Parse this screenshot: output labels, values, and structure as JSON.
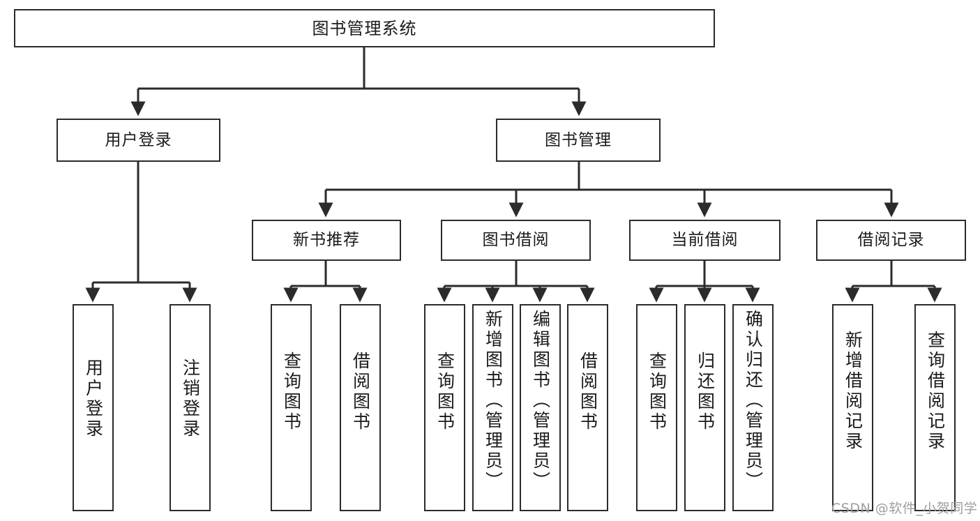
{
  "diagram": {
    "type": "tree-hierarchy",
    "title": "图书管理系统",
    "root": {
      "label": "图书管理系统"
    },
    "level2": [
      {
        "id": "user-login",
        "label": "用户登录"
      },
      {
        "id": "book-manage",
        "label": "图书管理"
      }
    ],
    "level3": [
      {
        "id": "new-book-rec",
        "label": "新书推荐"
      },
      {
        "id": "book-borrow",
        "label": "图书借阅"
      },
      {
        "id": "current-borrow",
        "label": "当前借阅"
      },
      {
        "id": "borrow-record",
        "label": "借阅记录"
      }
    ],
    "leaves": [
      {
        "id": "leaf-user-login",
        "parent": "user-login",
        "label": "用户登录"
      },
      {
        "id": "leaf-logout",
        "parent": "user-login",
        "label": "注销登录"
      },
      {
        "id": "leaf-query-book-1",
        "parent": "new-book-rec",
        "label": "查询图书"
      },
      {
        "id": "leaf-borrow-book-1",
        "parent": "new-book-rec",
        "label": "借阅图书"
      },
      {
        "id": "leaf-query-book-2",
        "parent": "book-borrow",
        "label": "查询图书"
      },
      {
        "id": "leaf-add-book",
        "parent": "book-borrow",
        "label": "新增图书（管理员）"
      },
      {
        "id": "leaf-edit-book",
        "parent": "book-borrow",
        "label": "编辑图书（管理员）"
      },
      {
        "id": "leaf-borrow-book-2",
        "parent": "book-borrow",
        "label": "借阅图书"
      },
      {
        "id": "leaf-query-book-3",
        "parent": "current-borrow",
        "label": "查询图书"
      },
      {
        "id": "leaf-return-book",
        "parent": "current-borrow",
        "label": "归还图书"
      },
      {
        "id": "leaf-confirm-return",
        "parent": "current-borrow",
        "label": "确认归还（管理员）"
      },
      {
        "id": "leaf-add-record",
        "parent": "borrow-record",
        "label": "新增借阅记录"
      },
      {
        "id": "leaf-query-record",
        "parent": "borrow-record",
        "label": "查询借阅记录"
      }
    ],
    "colors": {
      "stroke": "#2b2b2b",
      "fill": "#ffffff",
      "text": "#1a1a1a",
      "watermark": "#9e9e9e"
    }
  },
  "watermark": {
    "text": "CSDN @软件_小贺同学"
  }
}
